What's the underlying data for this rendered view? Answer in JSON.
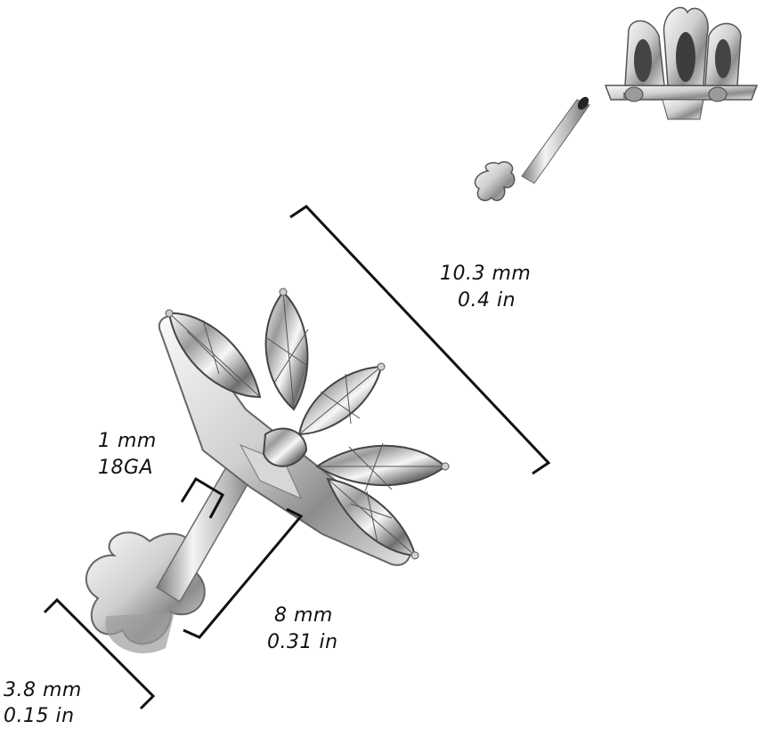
{
  "measurements": {
    "length_top": {
      "mm": "10.3 mm",
      "in": "0.4 in"
    },
    "gauge": {
      "mm": "1 mm",
      "ga": "18GA"
    },
    "post_length": {
      "mm": "8 mm",
      "in": "0.31 in"
    },
    "disc_diameter": {
      "mm": "3.8 mm",
      "in": "0.15 in"
    }
  },
  "colors": {
    "metal_light": "#f2f2f2",
    "metal_mid": "#bdbdbd",
    "metal_dark": "#5a5a5a",
    "line": "#111111"
  }
}
